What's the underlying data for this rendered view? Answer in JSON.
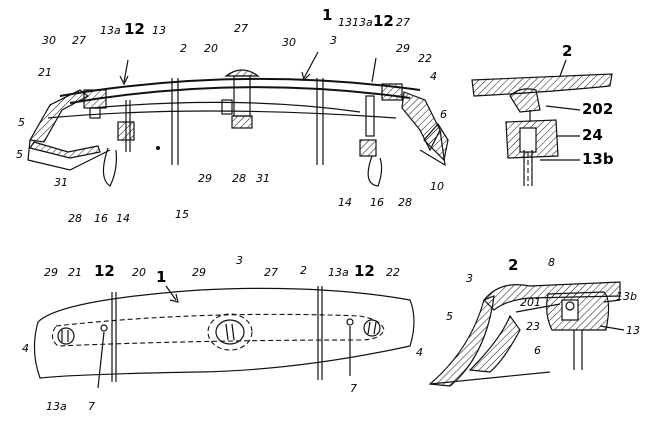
{
  "figures": {
    "top_left": {
      "labels": [
        "1",
        "2",
        "3",
        "4",
        "5",
        "6",
        "10",
        "12",
        "12",
        "13",
        "13",
        "13a",
        "13a",
        "14",
        "14",
        "15",
        "16",
        "16",
        "20",
        "21",
        "22",
        "27",
        "27",
        "27",
        "28",
        "28",
        "28",
        "29",
        "29",
        "30",
        "30",
        "31",
        "31",
        "5"
      ]
    },
    "top_right": {
      "labels": [
        "2",
        "202",
        "24",
        "13b"
      ]
    },
    "bottom_left": {
      "labels": [
        "1",
        "2",
        "3",
        "4",
        "4",
        "7",
        "7",
        "12",
        "12",
        "13a",
        "13a",
        "20",
        "21",
        "22",
        "27",
        "29",
        "29"
      ]
    },
    "bottom_right": {
      "labels": [
        "2",
        "3",
        "5",
        "6",
        "8",
        "13",
        "13b",
        "201",
        "23"
      ]
    }
  }
}
